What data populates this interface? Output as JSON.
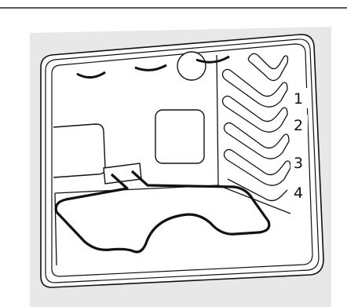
{
  "figure": {
    "subject": "oven-interior",
    "colors": {
      "ink": "#111111",
      "wall_fill": "#e8e8e8",
      "cavity_fill": "#ffffff",
      "background": "#ffffff",
      "label_background": "#ffffff"
    },
    "rack_levels": [
      {
        "label": "1"
      },
      {
        "label": "2"
      },
      {
        "label": "3"
      },
      {
        "label": "4"
      }
    ],
    "parts": {
      "top_heating_element": {
        "segments": 3
      },
      "bottom_heating_element": {
        "shape": "loop"
      },
      "oven_light": {
        "shape": "circle"
      },
      "side_rails": {
        "count": 5
      }
    }
  }
}
